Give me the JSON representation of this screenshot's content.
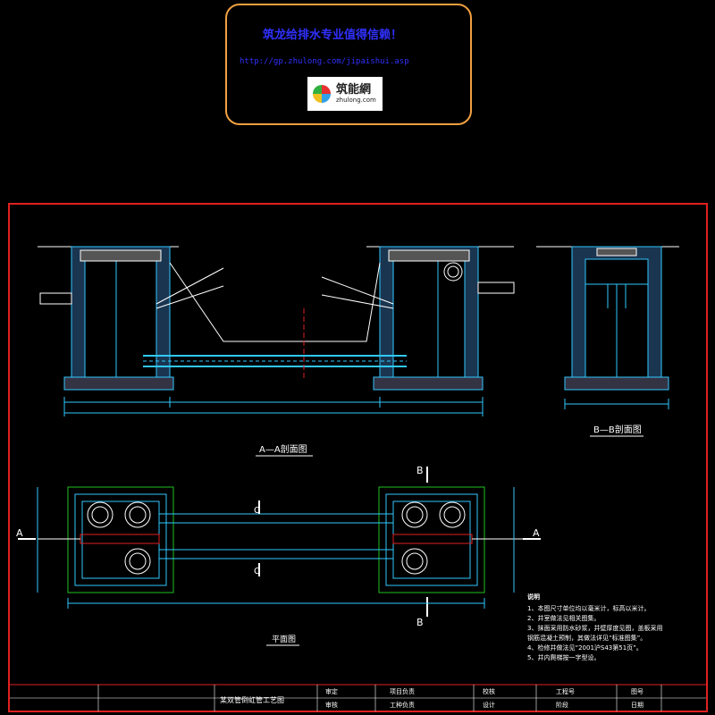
{
  "banner": {
    "title": "筑龙给排水专业值得信赖！",
    "url": "http://gp.zhulong.com/jipaishui.asp",
    "logo_cn": "筑能網",
    "logo_en": "zhulong.com",
    "colors": {
      "border": "#f0a040",
      "text": "#3030ff"
    }
  },
  "drawing": {
    "section_aa_title": "A—A剖面图",
    "section_bb_title": "B—B剖面图",
    "plan_title": "平面图",
    "marker_a": "A",
    "marker_b": "B",
    "marker_c": "C",
    "colors": {
      "frame": "#e02020",
      "wall": "#30c8ff",
      "dim": "#30c8ff",
      "green": "#20c020",
      "pipe": "#e02020"
    }
  },
  "notes": {
    "heading": "说明",
    "items": [
      "1、本图尺寸单位均以毫米计，标高以米计。",
      "2、井室做法见相关图集。",
      "3、抹面采用防水砂浆，井壁厚度见图，盖板采用",
      "   钢筋混凝土预制，其做法详见“标准图集”。",
      "4、检修井做法见“2001沪S43第51页”。",
      "5、井内爬梯按一字型设。"
    ]
  },
  "title_block": {
    "drawing_name": "某双管倒虹管工艺图",
    "labels": [
      "审定",
      "审核",
      "项目负责",
      "工种负责",
      "校核",
      "设计",
      "工程号",
      "阶段",
      "图号",
      "日期"
    ]
  }
}
